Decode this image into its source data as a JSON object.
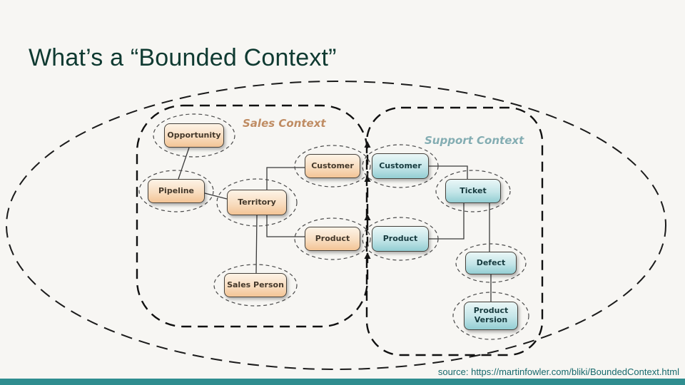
{
  "slide": {
    "title": "What’s a “Bounded Context”",
    "source_text": "source: https://martinfowler.com/bliki/BoundedContext.html"
  },
  "diagram": {
    "sales_context": {
      "label": "Sales Context",
      "entities": {
        "opportunity": "Opportunity",
        "pipeline": "Pipeline",
        "territory": "Territory",
        "customer": "Customer",
        "product": "Product",
        "sales_person": "Sales Person"
      }
    },
    "support_context": {
      "label": "Support Context",
      "entities": {
        "customer": "Customer",
        "ticket": "Ticket",
        "product": "Product",
        "defect": "Defect",
        "product_version": "Product Version"
      }
    }
  },
  "colors": {
    "title_text": "#0f3a31",
    "accent_bar": "#2f8d8f",
    "source_text": "#17696c",
    "sales_context_label": "#bf8c63",
    "support_context_label": "#84adb2",
    "sales_entity_fill": "#f8ddc0",
    "support_entity_fill": "#c3e5e8"
  }
}
